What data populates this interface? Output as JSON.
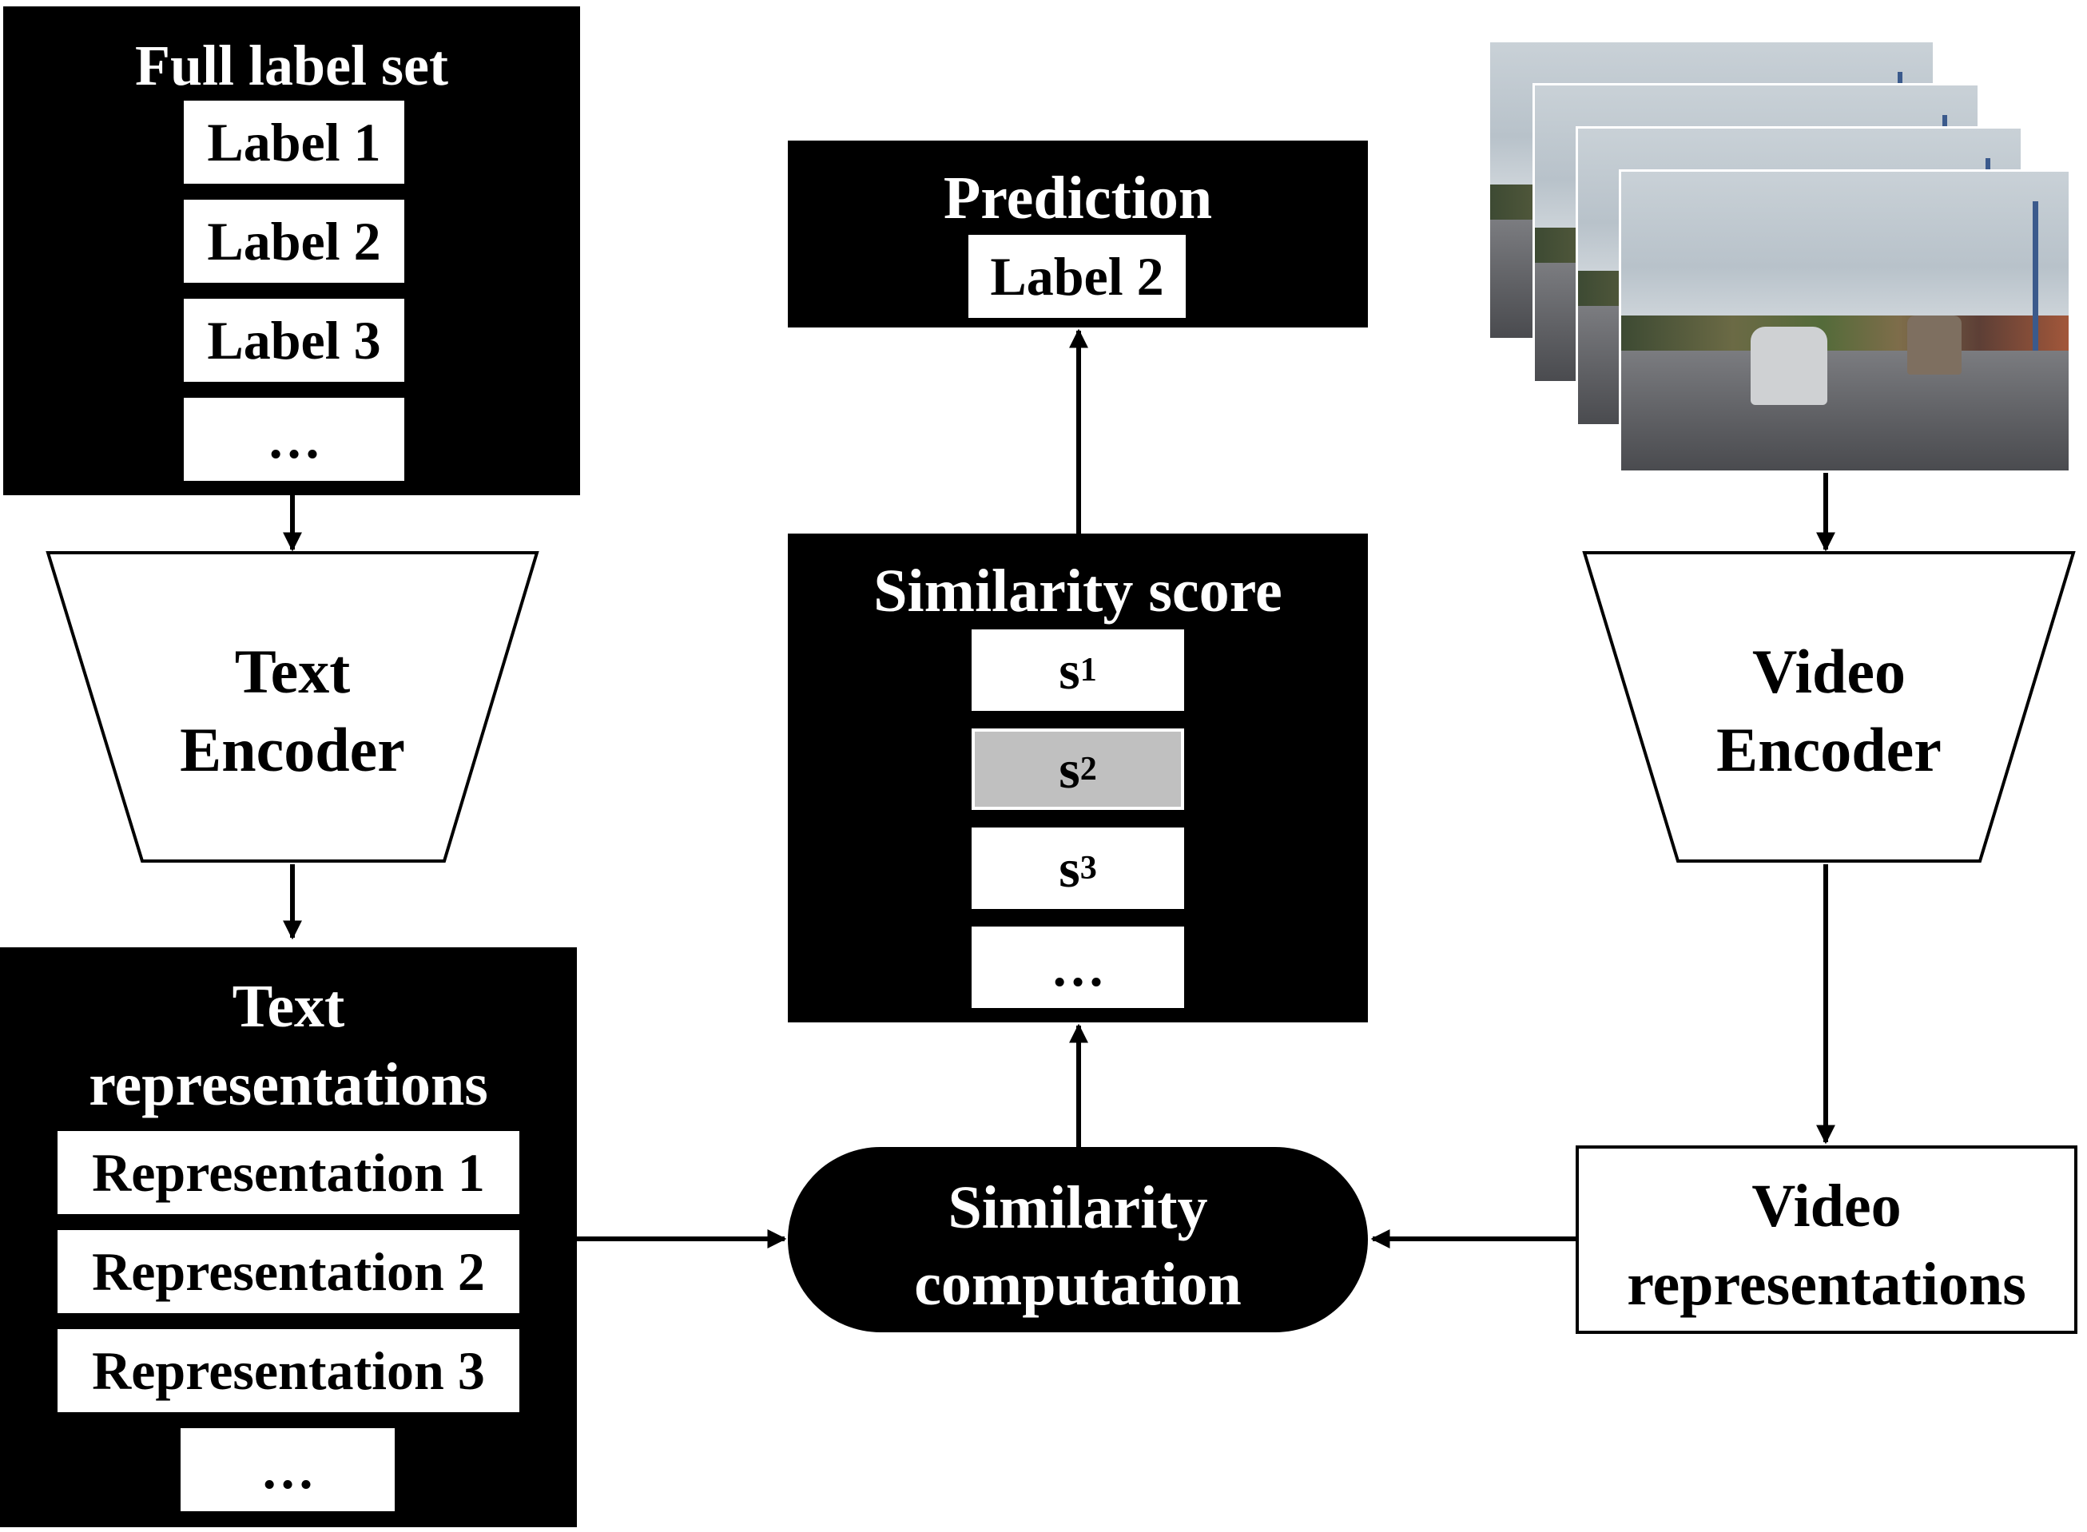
{
  "label_set": {
    "title": "Full label set",
    "items": [
      "Label 1",
      "Label 2",
      "Label 3",
      "…"
    ]
  },
  "text_encoder": {
    "line1": "Text",
    "line2": "Encoder"
  },
  "text_reps": {
    "line1": "Text",
    "line2": "representations",
    "items": [
      "Representation 1",
      "Representation 2",
      "Representation 3",
      "…"
    ]
  },
  "prediction": {
    "title": "Prediction",
    "label": "Label 2"
  },
  "similarity_score": {
    "title": "Similarity score",
    "items": [
      {
        "base": "s",
        "sub": "1"
      },
      {
        "base": "s",
        "sub": "2"
      },
      {
        "base": "s",
        "sub": "3"
      },
      {
        "base": "…",
        "sub": ""
      }
    ],
    "highlighted_index": 1
  },
  "similarity_computation": {
    "line1": "Similarity",
    "line2": "computation"
  },
  "video_encoder": {
    "line1": "Video",
    "line2": "Encoder"
  },
  "video_reps": {
    "line1": "Video",
    "line2": "representations"
  },
  "video_frames": {
    "count": 4
  },
  "colors": {
    "block": "#000000",
    "highlight": "#c0c0c0",
    "line": "#000000"
  }
}
